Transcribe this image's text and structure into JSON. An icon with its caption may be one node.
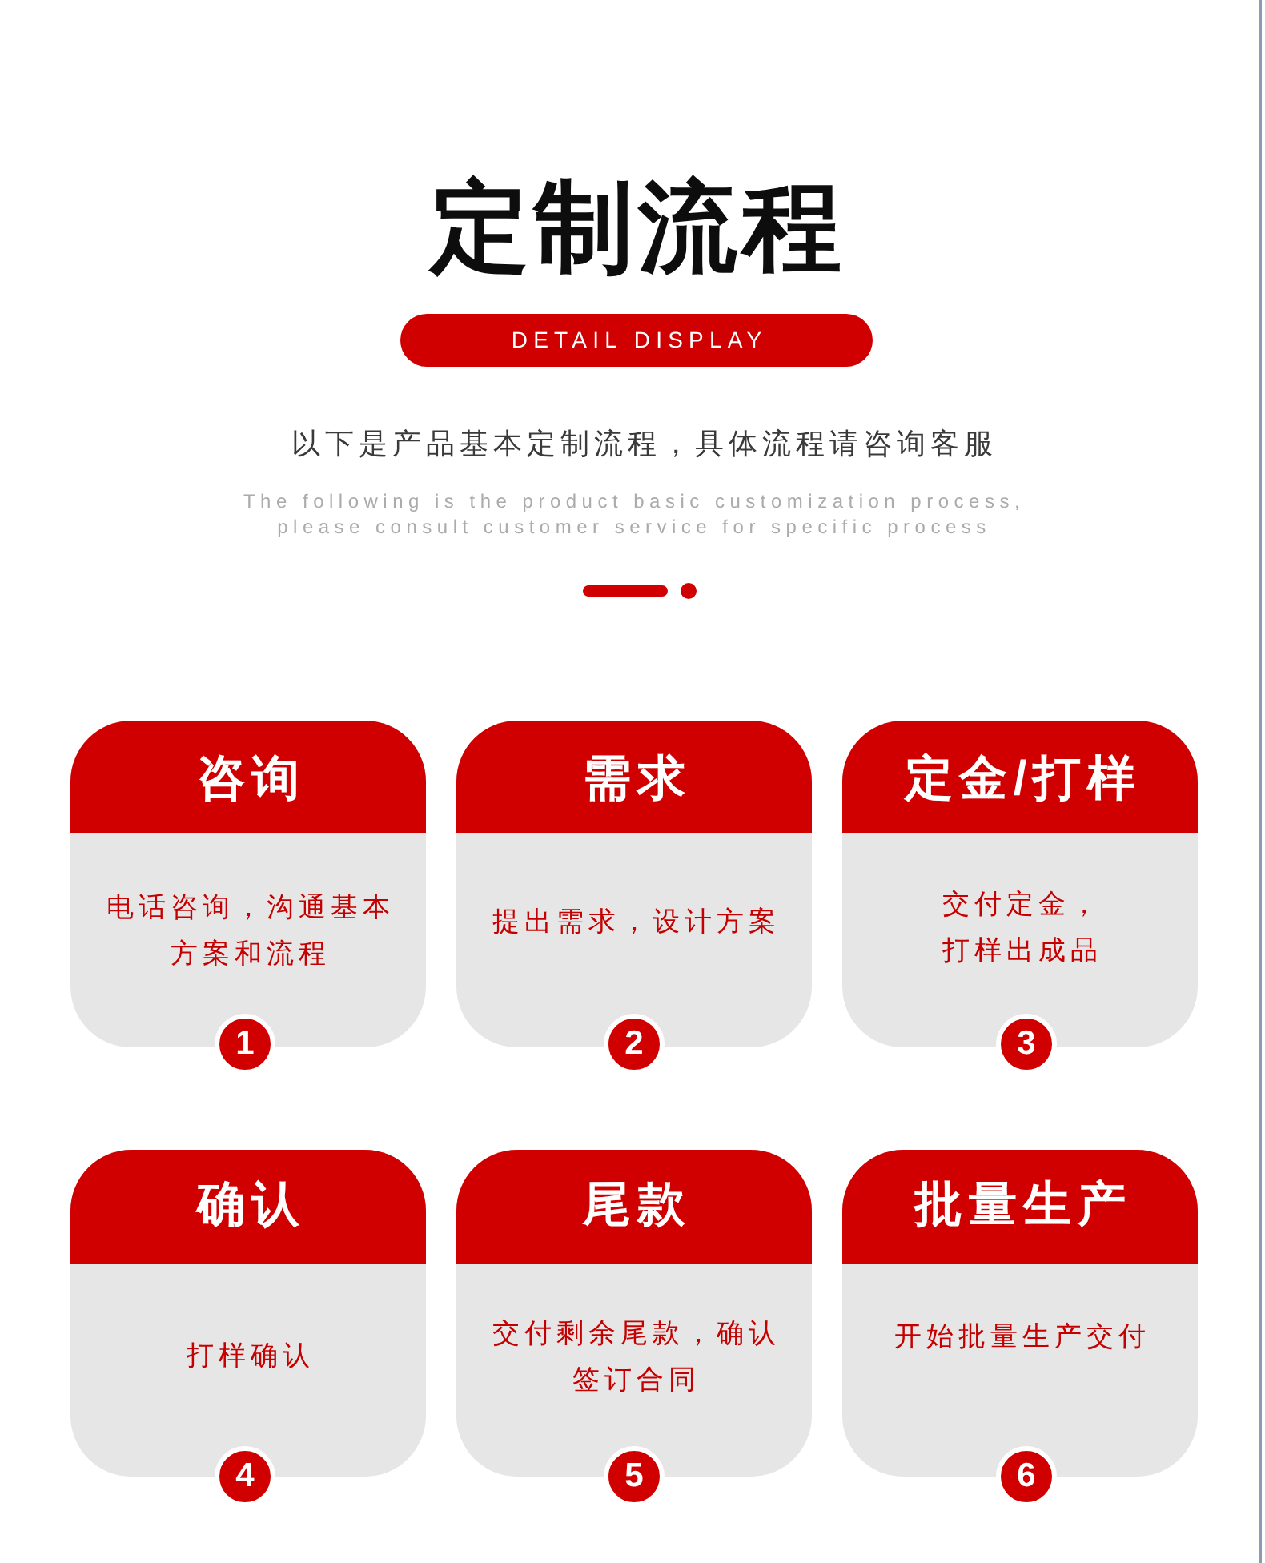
{
  "diagram": {
    "title": "定制流程",
    "nodes": [
      {
        "text": [
          "DETAIL DISPLAY"
        ]
      },
      {
        "text": [
          "咨询",
          "电话咨询，沟通基本方案和流程"
        ]
      },
      {
        "text": [
          "1"
        ]
      },
      {
        "text": [
          "需求",
          "提出需求，设计方案"
        ]
      },
      {
        "text": [
          "2"
        ]
      },
      {
        "text": [
          "定金/打样",
          "交付定金，打样出成品"
        ]
      },
      {
        "text": [
          "3"
        ]
      },
      {
        "text": [
          "确认",
          "打样确认"
        ]
      },
      {
        "text": [
          "4"
        ]
      },
      {
        "text": [
          "尾款",
          "交付剩余尾款，确认签订合同"
        ]
      },
      {
        "text": [
          "5"
        ]
      },
      {
        "text": [
          "批量生产",
          "开始批量生产交付"
        ]
      },
      {
        "text": [
          "6"
        ]
      }
    ],
    "labels": [
      "以下是产品基本定制流程，具体流程请咨询客服",
      "The following is the product basic customization process, please consult customer service for specific process"
    ]
  }
}
